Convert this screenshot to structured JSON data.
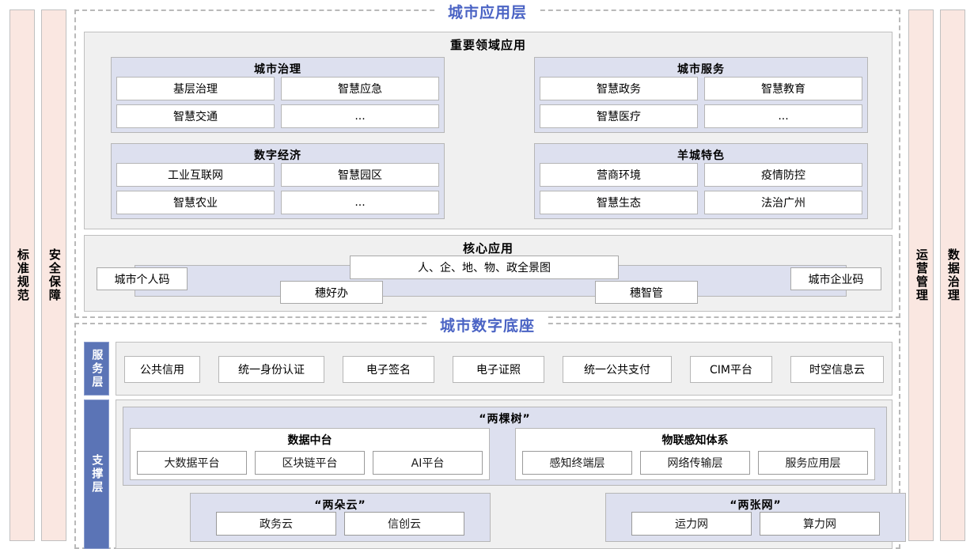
{
  "colors": {
    "pillar_fill": "#fae7e1",
    "layer_title": "#4a63c4",
    "group_fill": "#dde0ef",
    "panel_fill": "#f0f0f0",
    "tab_fill": "#5b74b6"
  },
  "left_pillars": [
    {
      "label": "标准规范"
    },
    {
      "label": "安全保障"
    }
  ],
  "right_pillars": [
    {
      "label": "运营管理"
    },
    {
      "label": "数据治理"
    }
  ],
  "application_layer": {
    "title": "城市应用层",
    "key_domains": {
      "title": "重要领域应用",
      "groups": [
        {
          "title": "城市治理",
          "items": [
            "基层治理",
            "智慧应急",
            "智慧交通",
            "..."
          ]
        },
        {
          "title": "城市服务",
          "items": [
            "智慧政务",
            "智慧教育",
            "智慧医疗",
            "..."
          ]
        },
        {
          "title": "数字经济",
          "items": [
            "工业互联网",
            "智慧园区",
            "智慧农业",
            "..."
          ]
        },
        {
          "title": "羊城特色",
          "items": [
            "营商环境",
            "疫情防控",
            "智慧生态",
            "法治广州"
          ]
        }
      ]
    },
    "core_apps": {
      "title": "核心应用",
      "panorama": "人、企、地、物、政全景图",
      "chips": [
        "城市个人码",
        "穗好办",
        "穗智管",
        "城市企业码"
      ]
    }
  },
  "digital_base": {
    "title": "城市数字底座",
    "service_layer": {
      "tab_label": "服务层",
      "items": [
        "公共信用",
        "统一身份认证",
        "电子签名",
        "电子证照",
        "统一公共支付",
        "CIM平台",
        "时空信息云"
      ]
    },
    "support_layer": {
      "tab_label": "支撑层",
      "two_trees": {
        "title": "“两棵树”",
        "groups": [
          {
            "title": "数据中台",
            "items": [
              "大数据平台",
              "区块链平台",
              "AI平台"
            ]
          },
          {
            "title": "物联感知体系",
            "items": [
              "感知终端层",
              "网络传输层",
              "服务应用层"
            ]
          }
        ]
      },
      "bottom_groups": [
        {
          "title": "“两朵云”",
          "items": [
            "政务云",
            "信创云"
          ]
        },
        {
          "title": "“两张网”",
          "items": [
            "运力网",
            "算力网"
          ]
        }
      ]
    }
  }
}
